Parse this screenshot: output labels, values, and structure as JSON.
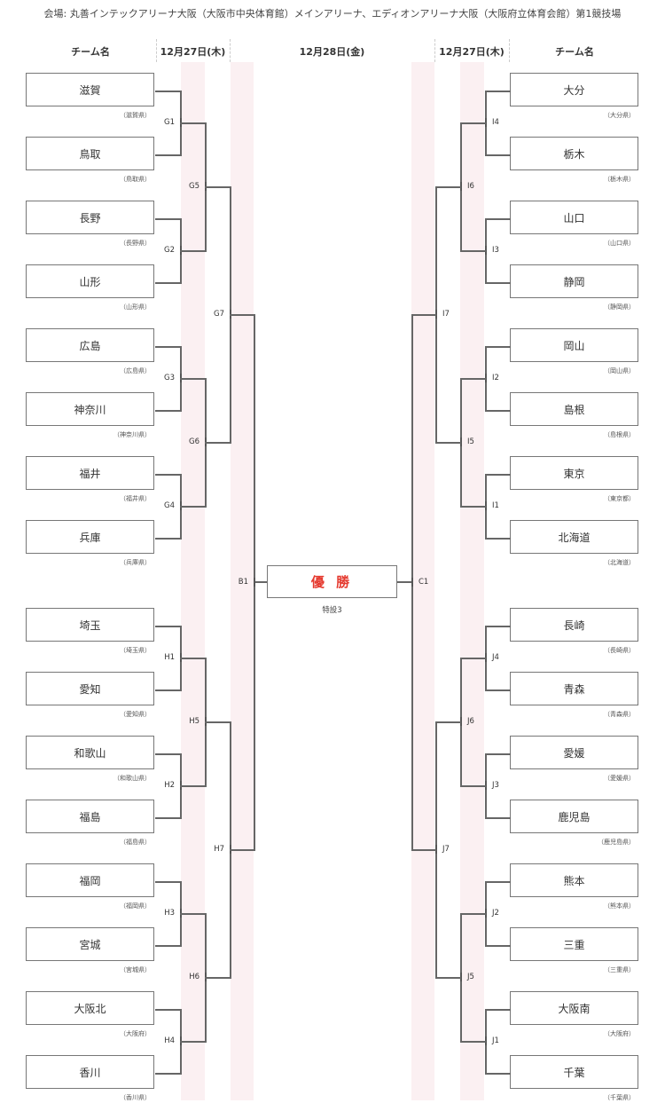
{
  "venue": "会場: 丸善インテックアリーナ大阪（大阪市中央体育館）メインアリーナ、エディオンアリーナ大阪（大阪府立体育会館）第1競技場",
  "headers": {
    "team_left": "チーム名",
    "date_left": "12月27日(木)",
    "date_center": "12月28日(金)",
    "date_right": "12月27日(木)",
    "team_right": "チーム名"
  },
  "final": {
    "label": "優 勝",
    "court": "特設3"
  },
  "left": {
    "teams": [
      {
        "name": "滋賀",
        "pref": "（滋賀県）"
      },
      {
        "name": "鳥取",
        "pref": "（鳥取県）"
      },
      {
        "name": "長野",
        "pref": "（長野県）"
      },
      {
        "name": "山形",
        "pref": "（山形県）"
      },
      {
        "name": "広島",
        "pref": "（広島県）"
      },
      {
        "name": "神奈川",
        "pref": "（神奈川県）"
      },
      {
        "name": "福井",
        "pref": "（福井県）"
      },
      {
        "name": "兵庫",
        "pref": "（兵庫県）"
      },
      {
        "name": "埼玉",
        "pref": "（埼玉県）"
      },
      {
        "name": "愛知",
        "pref": "（愛知県）"
      },
      {
        "name": "和歌山",
        "pref": "（和歌山県）"
      },
      {
        "name": "福島",
        "pref": "（福島県）"
      },
      {
        "name": "福岡",
        "pref": "（福岡県）"
      },
      {
        "name": "宮城",
        "pref": "（宮城県）"
      },
      {
        "name": "大阪北",
        "pref": "（大阪府）"
      },
      {
        "name": "香川",
        "pref": "（香川県）"
      }
    ],
    "rounds": [
      [
        "G1",
        "G2",
        "G3",
        "G4",
        "H1",
        "H2",
        "H3",
        "H4"
      ],
      [
        "G5",
        "G6",
        "H5",
        "H6"
      ],
      [
        "G7",
        "H7"
      ],
      [
        "B1"
      ]
    ]
  },
  "right": {
    "teams": [
      {
        "name": "大分",
        "pref": "（大分県）"
      },
      {
        "name": "栃木",
        "pref": "（栃木県）"
      },
      {
        "name": "山口",
        "pref": "（山口県）"
      },
      {
        "name": "静岡",
        "pref": "（静岡県）"
      },
      {
        "name": "岡山",
        "pref": "（岡山県）"
      },
      {
        "name": "島根",
        "pref": "（島根県）"
      },
      {
        "name": "東京",
        "pref": "（東京都）"
      },
      {
        "name": "北海道",
        "pref": "（北海道）"
      },
      {
        "name": "長崎",
        "pref": "（長崎県）"
      },
      {
        "name": "青森",
        "pref": "（青森県）"
      },
      {
        "name": "愛媛",
        "pref": "（愛媛県）"
      },
      {
        "name": "鹿児島",
        "pref": "（鹿児島県）"
      },
      {
        "name": "熊本",
        "pref": "（熊本県）"
      },
      {
        "name": "三重",
        "pref": "（三重県）"
      },
      {
        "name": "大阪南",
        "pref": "（大阪府）"
      },
      {
        "name": "千葉",
        "pref": "（千葉県）"
      }
    ],
    "rounds": [
      [
        "I4",
        "I3",
        "I2",
        "I1",
        "J4",
        "J3",
        "J2",
        "J1"
      ],
      [
        "I6",
        "I5",
        "J6",
        "J5"
      ],
      [
        "I7",
        "J7"
      ],
      [
        "C1"
      ]
    ]
  }
}
